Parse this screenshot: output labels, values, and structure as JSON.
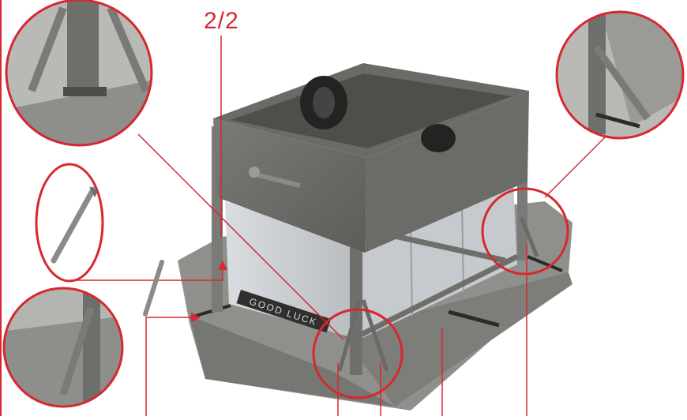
{
  "step": {
    "label": "2/2"
  },
  "diagram": {
    "parts": [
      {
        "name": "tank",
        "label": "GOOD LUCK"
      }
    ],
    "callouts": [
      {
        "name": "detail-top-left"
      },
      {
        "name": "detail-bottom-left"
      },
      {
        "name": "detail-top-right"
      },
      {
        "name": "detail-center-base"
      },
      {
        "name": "detail-right-leg"
      },
      {
        "name": "detail-strut-part"
      }
    ]
  },
  "colors": {
    "accent": "#d7282f",
    "model_gray": "#8a8a86",
    "model_dark": "#4a4a48",
    "base_gray": "#9b9b97",
    "glass": "#c9ccd0"
  }
}
